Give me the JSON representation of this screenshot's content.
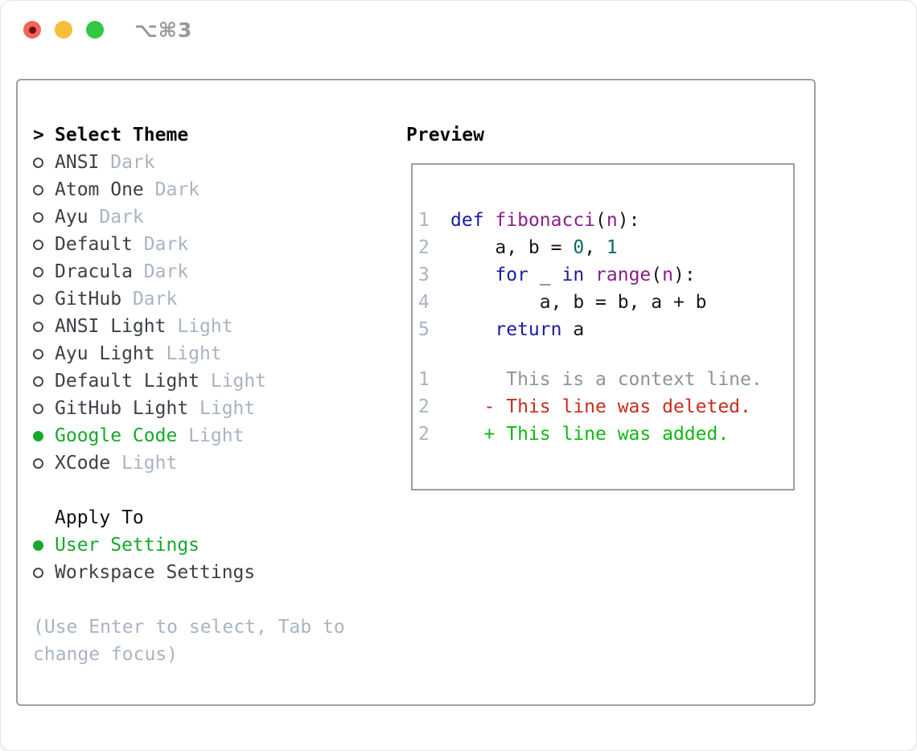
{
  "titlebar": {
    "shortcut": "⌥⌘3"
  },
  "theme_list": {
    "cursor": ">",
    "header": "Select Theme",
    "items": [
      {
        "name": "ANSI",
        "variant": "Dark",
        "selected": false
      },
      {
        "name": "Atom One",
        "variant": "Dark",
        "selected": false
      },
      {
        "name": "Ayu",
        "variant": "Dark",
        "selected": false
      },
      {
        "name": "Default",
        "variant": "Dark",
        "selected": false
      },
      {
        "name": "Dracula",
        "variant": "Dark",
        "selected": false
      },
      {
        "name": "GitHub",
        "variant": "Dark",
        "selected": false
      },
      {
        "name": "ANSI Light",
        "variant": "Light",
        "selected": false
      },
      {
        "name": "Ayu Light",
        "variant": "Light",
        "selected": false
      },
      {
        "name": "Default Light",
        "variant": "Light",
        "selected": false
      },
      {
        "name": "GitHub Light",
        "variant": "Light",
        "selected": false
      },
      {
        "name": "Google Code",
        "variant": "Light",
        "selected": true
      },
      {
        "name": "XCode",
        "variant": "Light",
        "selected": false
      }
    ]
  },
  "apply_to": {
    "header": "Apply To",
    "options": [
      {
        "name": "User Settings",
        "selected": true
      },
      {
        "name": "Workspace Settings",
        "selected": false
      }
    ]
  },
  "help_text": [
    "(Use Enter to select, Tab to",
    "change focus)"
  ],
  "preview": {
    "label": "Preview",
    "code_lines": [
      {
        "num": "1",
        "tokens": [
          {
            "t": "def",
            "c": "kw"
          },
          {
            "t": " ",
            "c": "pl"
          },
          {
            "t": "fibonacci",
            "c": "fn"
          },
          {
            "t": "(",
            "c": "pl"
          },
          {
            "t": "n",
            "c": "fn"
          },
          {
            "t": "):",
            "c": "pl"
          }
        ]
      },
      {
        "num": "2",
        "tokens": [
          {
            "t": "    a, b = ",
            "c": "pl"
          },
          {
            "t": "0",
            "c": "num"
          },
          {
            "t": ", ",
            "c": "pl"
          },
          {
            "t": "1",
            "c": "num"
          }
        ]
      },
      {
        "num": "3",
        "tokens": [
          {
            "t": "    ",
            "c": "pl"
          },
          {
            "t": "for",
            "c": "kw"
          },
          {
            "t": " _ ",
            "c": "pl"
          },
          {
            "t": "in",
            "c": "kw"
          },
          {
            "t": " ",
            "c": "pl"
          },
          {
            "t": "range",
            "c": "fn"
          },
          {
            "t": "(",
            "c": "pl"
          },
          {
            "t": "n",
            "c": "fn"
          },
          {
            "t": "):",
            "c": "pl"
          }
        ]
      },
      {
        "num": "4",
        "tokens": [
          {
            "t": "        a, b = b, a + b",
            "c": "pl"
          }
        ]
      },
      {
        "num": "5",
        "tokens": [
          {
            "t": "    ",
            "c": "pl"
          },
          {
            "t": "return",
            "c": "kw"
          },
          {
            "t": " a",
            "c": "pl"
          }
        ]
      }
    ],
    "diff_lines": [
      {
        "num": "1",
        "text": "     This is a context line.",
        "kind": "context"
      },
      {
        "num": "2",
        "text": "   - This line was deleted.",
        "kind": "deleted"
      },
      {
        "num": "2",
        "text": "   + This line was added.",
        "kind": "added"
      }
    ]
  },
  "colors": {
    "keyword": "#1b1b9e",
    "function": "#8c1e8c",
    "number_literal": "#0e6666",
    "plain": "#17181b",
    "line_number": "#a9b4c2",
    "context": "#8e949c",
    "deleted": "#c82d1c",
    "added": "#10b810",
    "selected_green": "#17a82c",
    "item_text": "#3b4048",
    "muted": "#a9b4c2",
    "border": "#98a1ad",
    "traffic_close": "#f2655a",
    "traffic_close_inner": "#6e130e",
    "traffic_minimize": "#f5bd3a",
    "traffic_zoom": "#31c845"
  }
}
